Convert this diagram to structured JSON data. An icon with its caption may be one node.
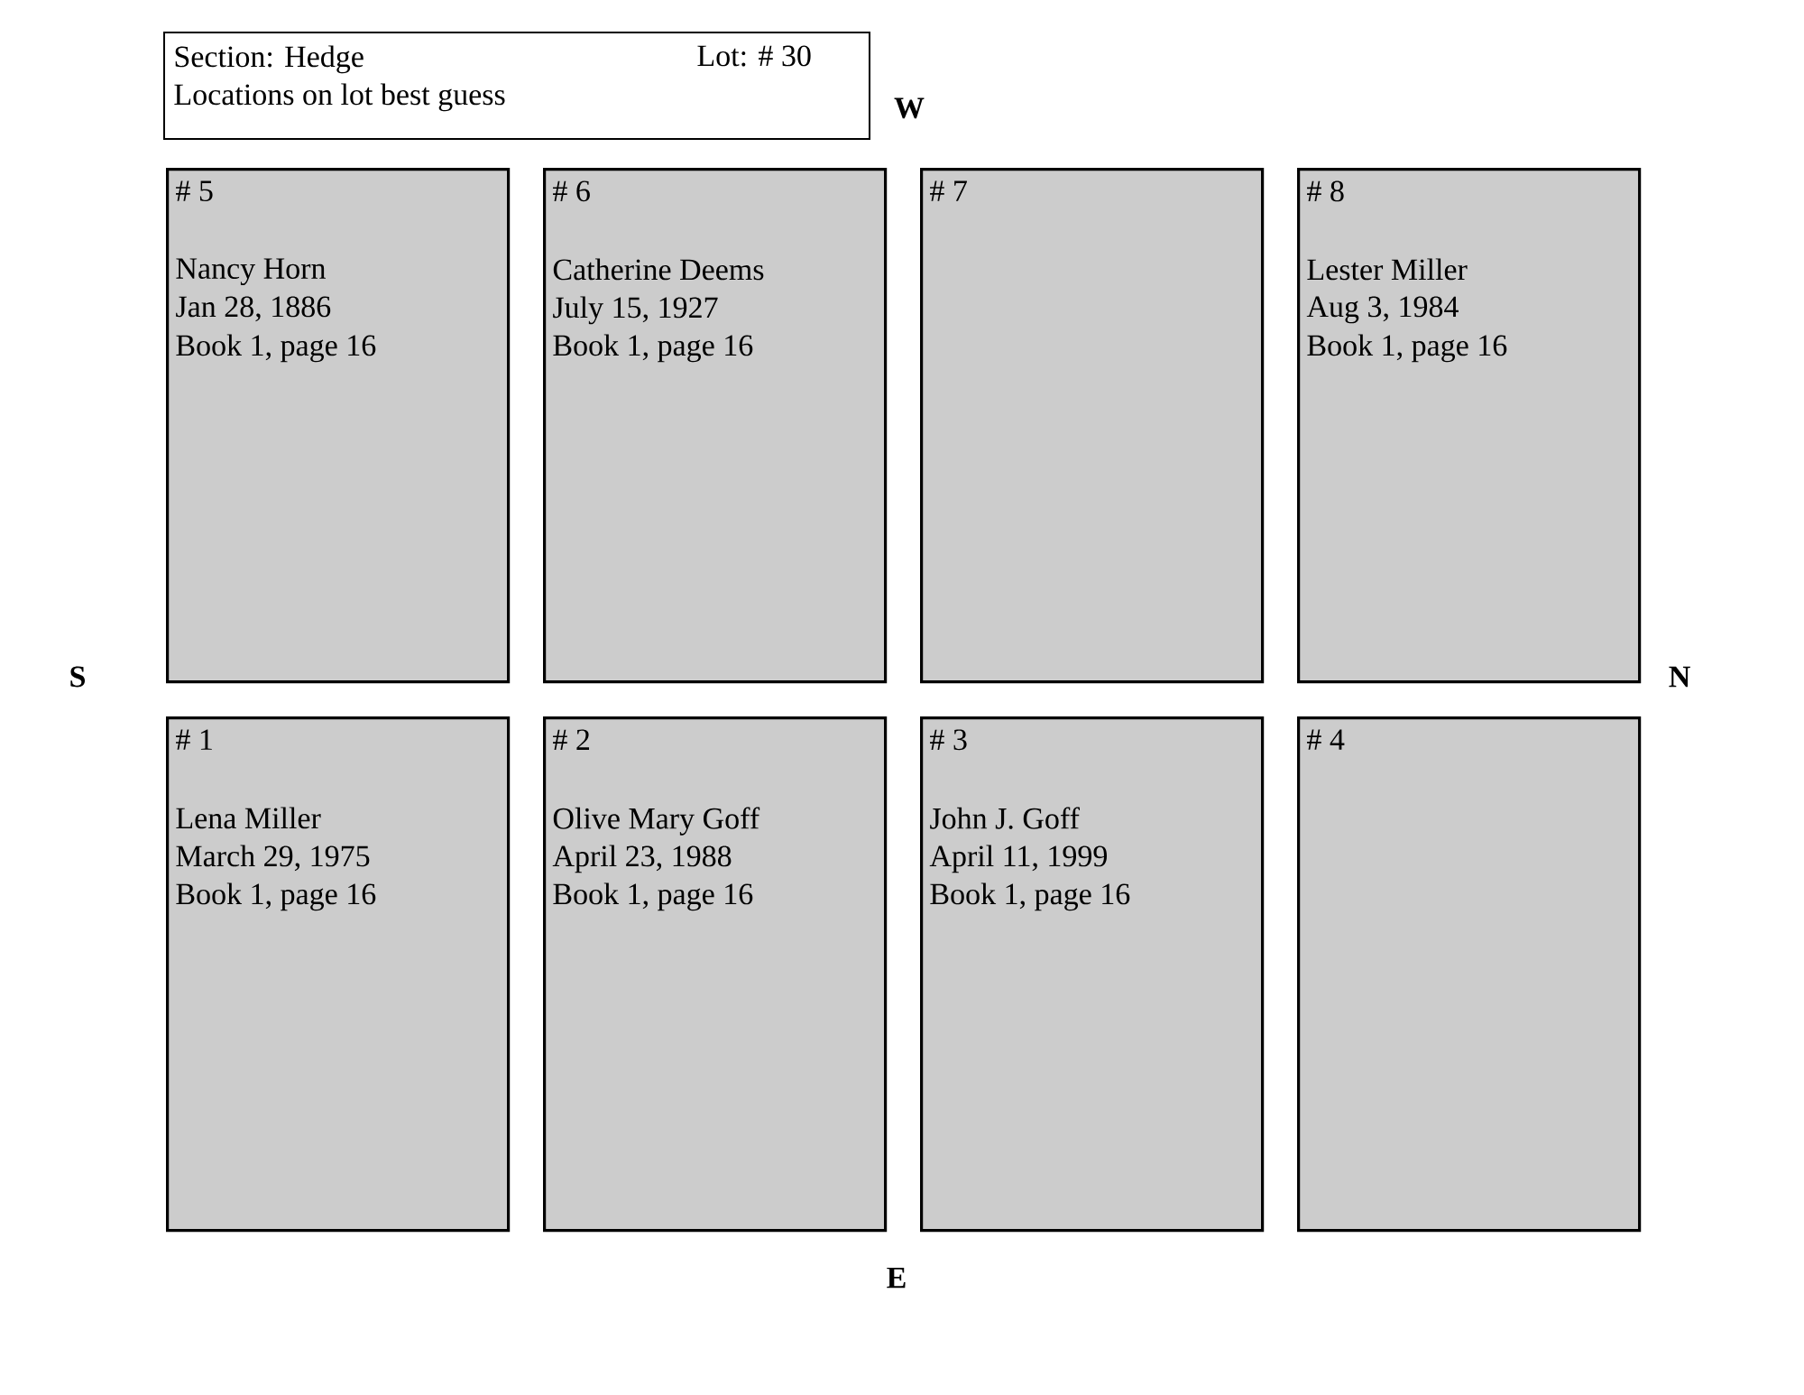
{
  "diagram": {
    "nodes": [
      {
        "text": [
          "Section: Hedge",
          "Lot: # 30",
          "Locations on lot best guess"
        ]
      },
      {
        "text": [
          "# 5",
          "Nancy Horn",
          "Jan 28, 1886",
          "Book 1, page 16"
        ]
      },
      {
        "text": [
          "# 6",
          "Catherine Deems",
          "July 15, 1927",
          "Book 1, page 16"
        ]
      },
      {
        "text": [
          "# 7"
        ]
      },
      {
        "text": [
          "# 8",
          "Lester Miller",
          "Aug 3, 1984",
          "Book 1, page 16"
        ]
      },
      {
        "text": [
          "# 1",
          "Lena Miller",
          "March 29, 1975",
          "Book 1, page 16"
        ]
      },
      {
        "text": [
          "# 2",
          "Olive Mary Goff",
          "April 23, 1988",
          "Book 1, page 16"
        ]
      },
      {
        "text": [
          "# 3",
          "John J. Goff",
          "April 11, 1999",
          "Book 1, page 16"
        ]
      },
      {
        "text": [
          "# 4"
        ]
      }
    ],
    "labels": [
      "W",
      "S",
      "N",
      "E"
    ]
  }
}
